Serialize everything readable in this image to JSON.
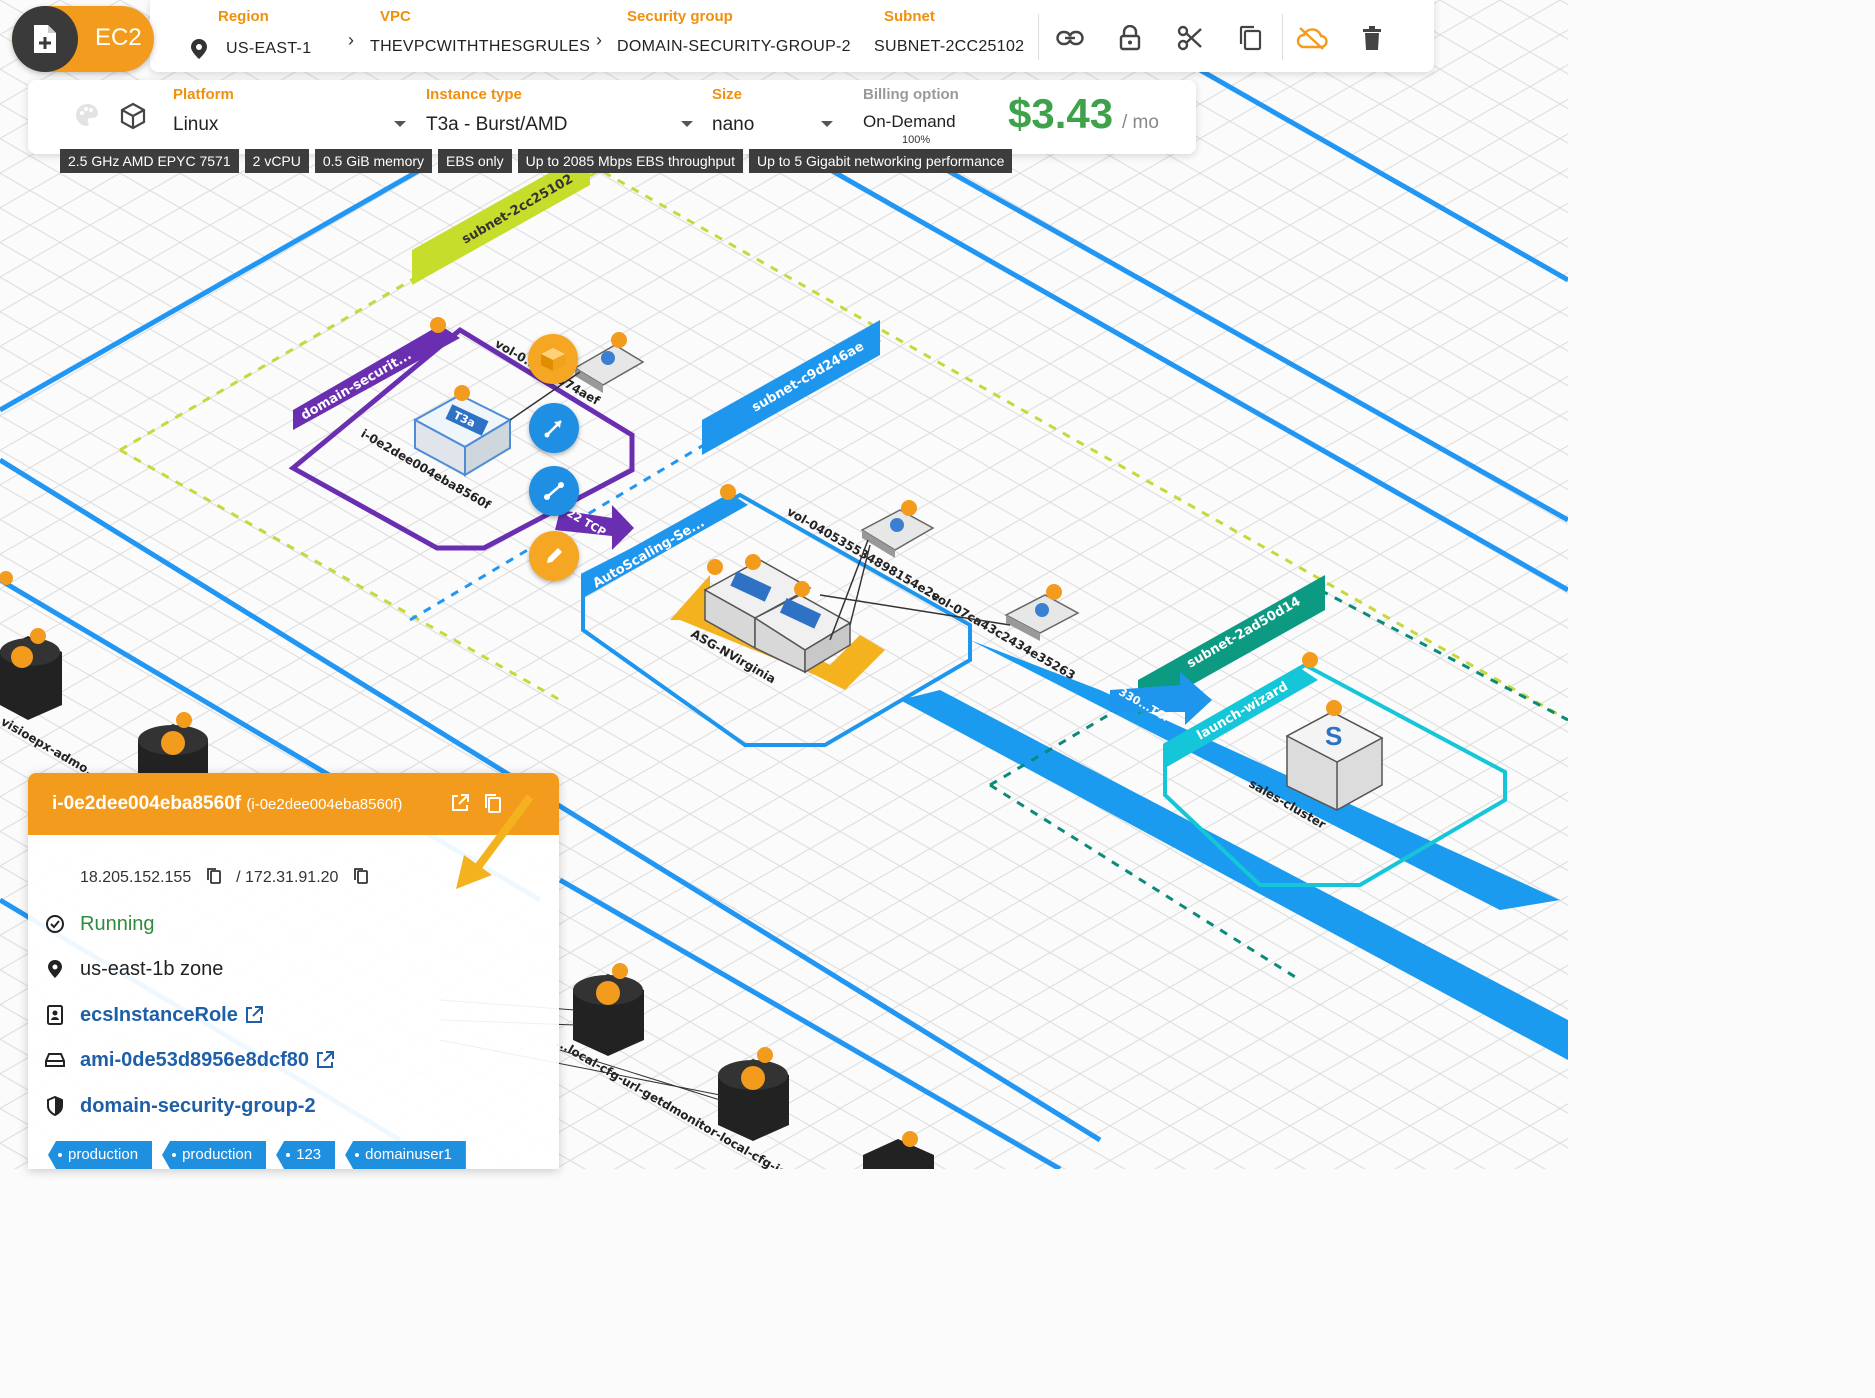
{
  "header": {
    "badge_label": "EC2",
    "region_label": "Region",
    "region_value": "US-EAST-1",
    "vpc_label": "VPC",
    "vpc_value": "THEVPCWITHTHESGRULES",
    "sg_label": "Security group",
    "sg_value": "DOMAIN-SECURITY-GROUP-2",
    "subnet_label": "Subnet",
    "subnet_value": "SUBNET-2CC25102",
    "icons": [
      "link-icon",
      "lock-icon",
      "scissors-icon",
      "copy-icon",
      "cloud-off-icon",
      "trash-icon"
    ],
    "accent_color": "#f29b1d"
  },
  "instance": {
    "platform_label": "Platform",
    "platform_value": "Linux",
    "type_label": "Instance type",
    "type_value": "T3a - Burst/AMD",
    "size_label": "Size",
    "size_value": "nano",
    "billing_label": "Billing option",
    "billing_value": "On-Demand",
    "billing_pct": "100%",
    "price": "$3.43",
    "price_unit": "/ mo",
    "price_color": "#3ea24a"
  },
  "specs": [
    "2.5 GHz AMD EPYC 7571",
    "2 vCPU",
    "0.5 GiB memory",
    "EBS only",
    "Up to 2085 Mbps EBS throughput",
    "Up to 5 Gigabit networking performance"
  ],
  "diagram": {
    "subnet_1": "subnet-2cc25102",
    "subnet_2": "subnet-c9d246ae",
    "subnet_3": "subnet-2ad50d14",
    "sg_domain": "domain-securit...",
    "sg_autoscaling": "AutoScaling-Se...",
    "sg_launch": "launch-wizard",
    "instance_id": "i-0e2dee004eba8560f",
    "volume_1": "vol-0...9a6374aef",
    "volume_2": "vol-040535534898154e2e",
    "volume_3": "vol-07ca43c2434e35263",
    "asg_name": "ASG-NVirginia",
    "cluster_name": "sales-cluster",
    "instance_badge": "T3a",
    "port_1": "22 TCP",
    "port_2": "330...TCP",
    "lambda_1": "visioepx-admo...",
    "lambda_2": "...local-cfg-url-getdmonitor-local-cfg-iepx..."
  },
  "card": {
    "title": "i-0e2dee004eba8560f",
    "subtitle": "(i-0e2dee004eba8560f)",
    "public_ip": "18.205.152.155",
    "private_ip": "/ 172.31.91.20",
    "state": "Running",
    "zone": "us-east-1b zone",
    "role": "ecsInstanceRole",
    "ami": "ami-0de53d8956e8dcf80",
    "security_group": "domain-security-group-2",
    "tags": [
      "production",
      "production",
      "123",
      "domainuser1"
    ]
  }
}
